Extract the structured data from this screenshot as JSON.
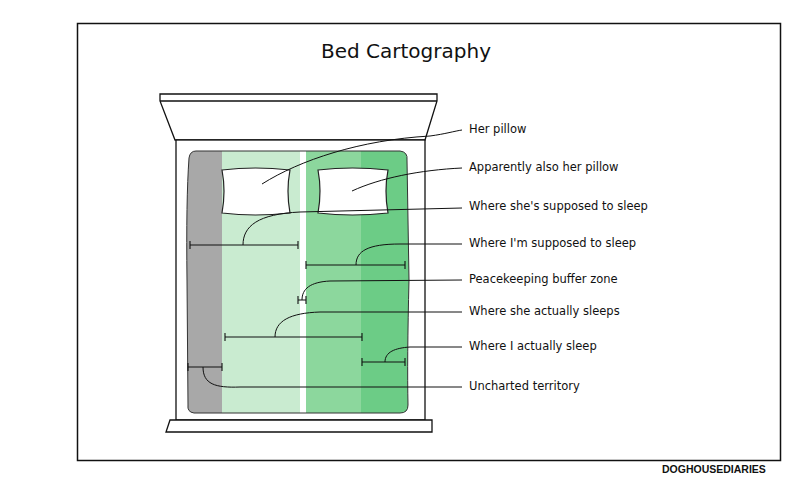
{
  "diagram": {
    "title": "Bed Cartography",
    "labels": [
      "Her pillow",
      "Apparently also her pillow",
      "Where she's supposed to sleep",
      "Where I'm supposed to sleep",
      "Peacekeeping buffer zone",
      "Where she actually sleeps",
      "Where I actually sleep",
      "Uncharted territory",
      "DOGHOUSEDIARIES"
    ]
  }
}
